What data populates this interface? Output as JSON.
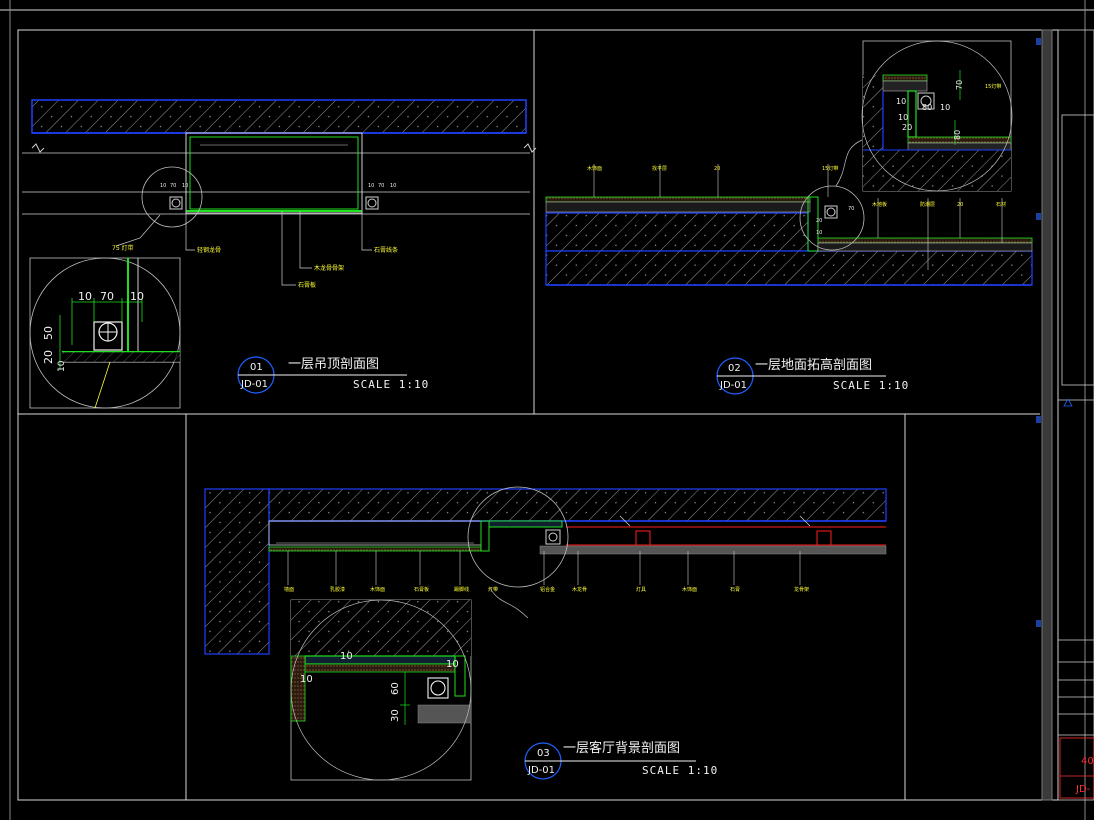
{
  "details": [
    {
      "number": "01",
      "ref": "JD-01",
      "title": "一层吊顶剖面图",
      "scale": "SCALE 1:10"
    },
    {
      "number": "02",
      "ref": "JD-01",
      "title": "一层地面拓高剖面图",
      "scale": "SCALE 1:10"
    },
    {
      "number": "03",
      "ref": "JD-01",
      "title": "一层客厅背景剖面图",
      "scale": "SCALE 1:10"
    }
  ],
  "detail1": {
    "dims_top": [
      "10",
      "70",
      "10"
    ],
    "dims_side": [
      "20",
      "50",
      "10"
    ],
    "zoom_dims_top": [
      "10",
      "70",
      "10"
    ],
    "zoom_dims_side": [
      "20",
      "50",
      "10"
    ],
    "leaders": [
      "75 灯带",
      "轻钢龙骨",
      "木龙骨骨架",
      "石膏板",
      "石膏线条"
    ]
  },
  "detail2": {
    "dims": [
      "70",
      "10",
      "80",
      "20",
      "10",
      "20"
    ],
    "zoom_dims": [
      "10",
      "80",
      "10",
      "70",
      "80",
      "20",
      "10"
    ],
    "leaders": [
      "木饰面",
      "找平层",
      "20",
      "15灯带",
      "木地板",
      "防潮层",
      "20",
      "石材"
    ]
  },
  "detail3": {
    "dims": [
      "10",
      "10",
      "60",
      "30",
      "10"
    ],
    "leaders": [
      "墙面",
      "乳胶漆",
      "木饰面",
      "石膏板",
      "踢脚线",
      "灯带",
      "铝合金",
      "木龙骨",
      "灯具",
      "木饰面",
      "石膏",
      "龙骨架"
    ]
  },
  "title_block": {
    "sheet_no": "40",
    "drawing_ref": "JD-"
  },
  "colors": {
    "slab_blue": "#2040ff",
    "green": "#20e020",
    "yellow": "#ffff33",
    "red": "#ff2020",
    "frame": "#e0e0e0"
  }
}
